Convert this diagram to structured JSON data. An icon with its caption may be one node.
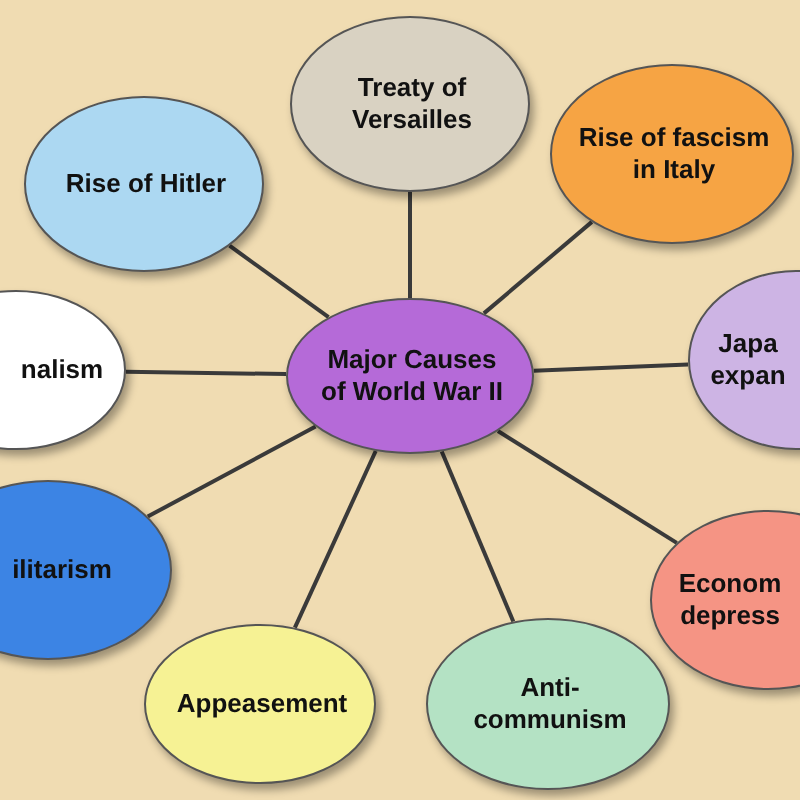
{
  "diagram": {
    "nodes": [
      {
        "text": [
          "Major Causes of World War II"
        ]
      },
      {
        "text": [
          "Treaty of Versailles"
        ]
      },
      {
        "text": [
          "Rise of fascism in Italy"
        ]
      },
      {
        "text": [
          "Japa expan"
        ]
      },
      {
        "text": [
          "Econom depress"
        ]
      },
      {
        "text": [
          "Anti-communism"
        ]
      },
      {
        "text": [
          "Appeasement"
        ]
      },
      {
        "text": [
          "ilitarism"
        ]
      },
      {
        "text": [
          "nalism"
        ]
      },
      {
        "text": [
          "Rise of Hitler"
        ]
      }
    ],
    "edges": [
      {
        "from": 0,
        "to": 1,
        "arrow": "none"
      },
      {
        "from": 0,
        "to": 2,
        "arrow": "none"
      },
      {
        "from": 0,
        "to": 3,
        "arrow": "none"
      },
      {
        "from": 0,
        "to": 4,
        "arrow": "none"
      },
      {
        "from": 0,
        "to": 5,
        "arrow": "none"
      },
      {
        "from": 0,
        "to": 6,
        "arrow": "none"
      },
      {
        "from": 0,
        "to": 7,
        "arrow": "none"
      },
      {
        "from": 0,
        "to": 8,
        "arrow": "none"
      },
      {
        "from": 0,
        "to": 9,
        "arrow": "none"
      }
    ]
  }
}
